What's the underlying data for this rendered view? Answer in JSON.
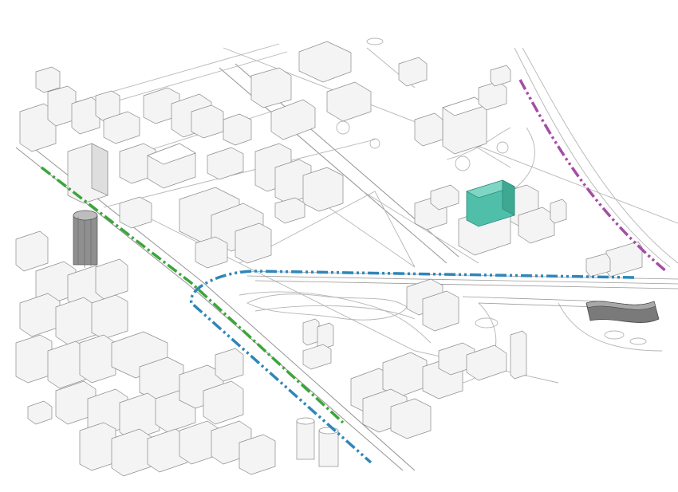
{
  "map": {
    "style": "axonometric-line-drawing",
    "colors": {
      "background": "#ffffff",
      "building_face": "#f4f4f4",
      "building_side": "#dedede",
      "outline": "#8a8a8a",
      "road": "#b5b5b5",
      "highlight_building": "#4fbfaa",
      "dark_tower": "#7a7a7a",
      "route_green": "#3aa63a",
      "route_blue": "#2f86b8",
      "route_purple": "#a64ca6"
    },
    "routes": [
      {
        "id": "green",
        "line_style": "dash-dot",
        "color_key": "route_green"
      },
      {
        "id": "blue",
        "line_style": "dash-dot",
        "color_key": "route_blue"
      },
      {
        "id": "purple",
        "line_style": "dash-dot",
        "color_key": "route_purple"
      }
    ],
    "highlights": [
      {
        "id": "teal-building",
        "color_key": "highlight_building"
      },
      {
        "id": "cylindrical-tower",
        "color_key": "dark_tower"
      },
      {
        "id": "wave-roof-building",
        "color_key": "dark_tower"
      }
    ]
  }
}
